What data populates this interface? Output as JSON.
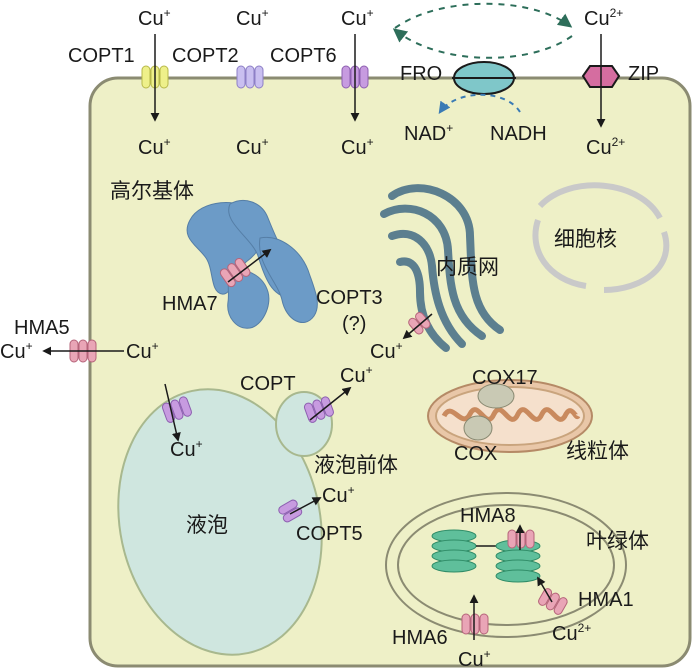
{
  "labels": {
    "cu_plus": "Cu",
    "cu_2plus": "Cu",
    "plus": "+",
    "two_plus": "2+",
    "copt1": "COPT1",
    "copt2": "COPT2",
    "copt6": "COPT6",
    "copt3": "COPT3",
    "copt3_q": "(?)",
    "copt": "COPT",
    "copt5": "COPT5",
    "fro": "FRO",
    "zip": "ZIP",
    "nad": "NAD",
    "nadh": "NADH",
    "hma5": "HMA5",
    "hma7": "HMA7",
    "hma8": "HMA8",
    "hma1": "HMA1",
    "hma6": "HMA6",
    "cox17": "COX17",
    "cox": "COX",
    "golgi": "高尔基体",
    "er": "内质网",
    "nucleus": "细胞核",
    "prevacuole": "液泡前体",
    "vacuole": "液泡",
    "mitochondrion": "线粒体",
    "chloroplast": "叶绿体"
  },
  "colors": {
    "cell_fill": "#eef0c7",
    "cell_border": "#8b8b72",
    "golgi": "#6c9bc7",
    "er": "#5c7f8f",
    "vacuole": "#cfe6df",
    "vacuole_border": "#a8b88e",
    "fro": "#7fc7c9",
    "zip": "#d56da0",
    "mito_outer": "#e9c7a8",
    "chloroplast_granum": "#5fbf9b",
    "transporter_pink": "#e9a5b6",
    "transporter_purple": "#b794d3",
    "transporter_yellow": "#eef08a",
    "dashed_arrow": "#2d6e5a"
  }
}
